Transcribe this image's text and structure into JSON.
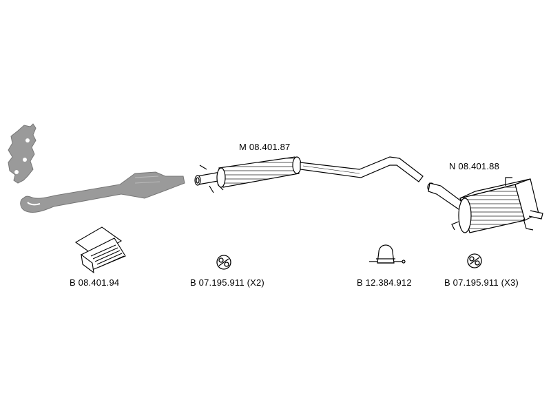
{
  "parts": {
    "middle_muffler": {
      "code": "M 08.401.87"
    },
    "rear_muffler": {
      "code": "N 08.401.88"
    },
    "mounting_kit": {
      "code": "B 08.401.94"
    },
    "rubber_mount_front": {
      "code": "B 07.195.911 (X2)"
    },
    "clamp": {
      "code": "B 12.384.912"
    },
    "rubber_mount_rear": {
      "code": "B 07.195.911 (X3)"
    }
  },
  "colors": {
    "grey_part": "#9a9a9a",
    "outline": "#000000",
    "background": "#ffffff"
  },
  "icons": [
    "manifold-icon",
    "catalytic-converter-icon",
    "middle-muffler-icon",
    "rear-muffler-icon",
    "mounting-kit-box-icon",
    "rubber-mount-icon",
    "clamp-icon"
  ]
}
